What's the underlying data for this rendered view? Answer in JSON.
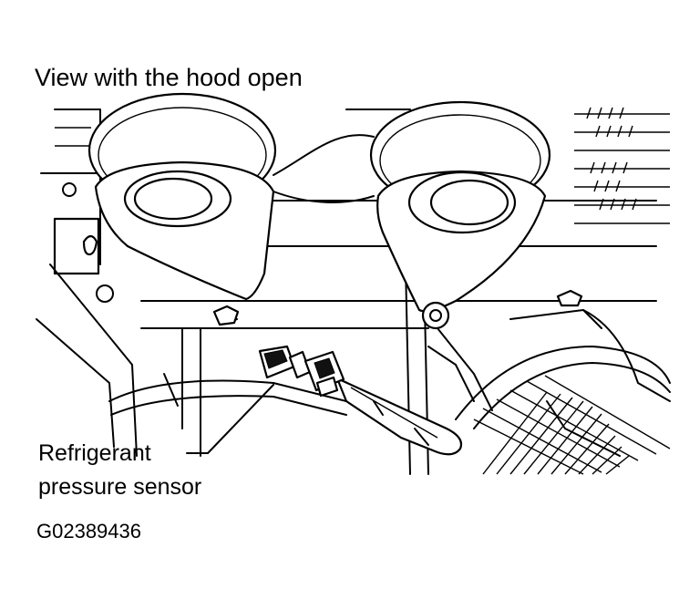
{
  "title": "View with the hood open",
  "callout": {
    "line1": "Refrigerant",
    "line2": "pressure sensor"
  },
  "figure_id": "G02389436"
}
